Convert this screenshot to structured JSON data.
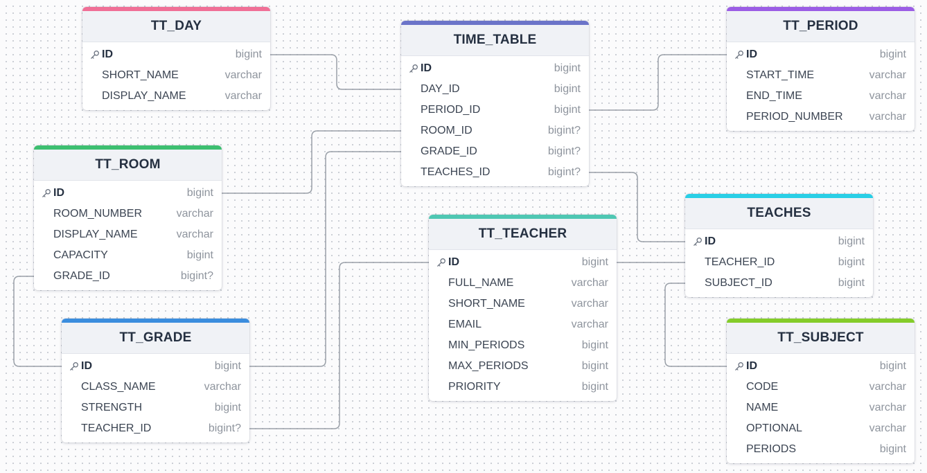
{
  "colors": {
    "tt_day": "#f06f96",
    "time_table": "#6b74c9",
    "tt_period": "#9b5de5",
    "tt_room": "#3dbf70",
    "teaches": "#29cfe6",
    "tt_teacher": "#4fc7b3",
    "tt_grade": "#3b8dde",
    "tt_subject": "#84cc2a",
    "connector": "#9aa0a8"
  },
  "icons": {
    "primary_key": "key-icon"
  },
  "tables": {
    "tt_day": {
      "title": "TT_DAY",
      "columns": [
        {
          "name": "ID",
          "type": "bigint",
          "pk": true
        },
        {
          "name": "SHORT_NAME",
          "type": "varchar"
        },
        {
          "name": "DISPLAY_NAME",
          "type": "varchar"
        }
      ]
    },
    "time_table": {
      "title": "TIME_TABLE",
      "columns": [
        {
          "name": "ID",
          "type": "bigint",
          "pk": true
        },
        {
          "name": "DAY_ID",
          "type": "bigint"
        },
        {
          "name": "PERIOD_ID",
          "type": "bigint"
        },
        {
          "name": "ROOM_ID",
          "type": "bigint?"
        },
        {
          "name": "GRADE_ID",
          "type": "bigint?"
        },
        {
          "name": "TEACHES_ID",
          "type": "bigint?"
        }
      ]
    },
    "tt_period": {
      "title": "TT_PERIOD",
      "columns": [
        {
          "name": "ID",
          "type": "bigint",
          "pk": true
        },
        {
          "name": "START_TIME",
          "type": "varchar"
        },
        {
          "name": "END_TIME",
          "type": "varchar"
        },
        {
          "name": "PERIOD_NUMBER",
          "type": "varchar"
        }
      ]
    },
    "tt_room": {
      "title": "TT_ROOM",
      "columns": [
        {
          "name": "ID",
          "type": "bigint",
          "pk": true
        },
        {
          "name": "ROOM_NUMBER",
          "type": "varchar"
        },
        {
          "name": "DISPLAY_NAME",
          "type": "varchar"
        },
        {
          "name": "CAPACITY",
          "type": "bigint"
        },
        {
          "name": "GRADE_ID",
          "type": "bigint?"
        }
      ]
    },
    "teaches": {
      "title": "TEACHES",
      "columns": [
        {
          "name": "ID",
          "type": "bigint",
          "pk": true
        },
        {
          "name": "TEACHER_ID",
          "type": "bigint"
        },
        {
          "name": "SUBJECT_ID",
          "type": "bigint"
        }
      ]
    },
    "tt_teacher": {
      "title": "TT_TEACHER",
      "columns": [
        {
          "name": "ID",
          "type": "bigint",
          "pk": true
        },
        {
          "name": "FULL_NAME",
          "type": "varchar"
        },
        {
          "name": "SHORT_NAME",
          "type": "varchar"
        },
        {
          "name": "EMAIL",
          "type": "varchar"
        },
        {
          "name": "MIN_PERIODS",
          "type": "bigint"
        },
        {
          "name": "MAX_PERIODS",
          "type": "bigint"
        },
        {
          "name": "PRIORITY",
          "type": "bigint"
        }
      ]
    },
    "tt_grade": {
      "title": "TT_GRADE",
      "columns": [
        {
          "name": "ID",
          "type": "bigint",
          "pk": true
        },
        {
          "name": "CLASS_NAME",
          "type": "varchar"
        },
        {
          "name": "STRENGTH",
          "type": "bigint"
        },
        {
          "name": "TEACHER_ID",
          "type": "bigint?"
        }
      ]
    },
    "tt_subject": {
      "title": "TT_SUBJECT",
      "columns": [
        {
          "name": "ID",
          "type": "bigint",
          "pk": true
        },
        {
          "name": "CODE",
          "type": "varchar"
        },
        {
          "name": "NAME",
          "type": "varchar"
        },
        {
          "name": "OPTIONAL",
          "type": "varchar"
        },
        {
          "name": "PERIODS",
          "type": "bigint"
        }
      ]
    }
  },
  "relationships": [
    {
      "from": "time_table.DAY_ID",
      "to": "tt_day.ID"
    },
    {
      "from": "time_table.PERIOD_ID",
      "to": "tt_period.ID"
    },
    {
      "from": "time_table.ROOM_ID",
      "to": "tt_room.ID"
    },
    {
      "from": "time_table.GRADE_ID",
      "to": "tt_grade.ID"
    },
    {
      "from": "time_table.TEACHES_ID",
      "to": "teaches.ID"
    },
    {
      "from": "tt_room.GRADE_ID",
      "to": "tt_grade.ID"
    },
    {
      "from": "tt_grade.TEACHER_ID",
      "to": "tt_teacher.ID"
    },
    {
      "from": "teaches.TEACHER_ID",
      "to": "tt_teacher.ID"
    },
    {
      "from": "teaches.SUBJECT_ID",
      "to": "tt_subject.ID"
    }
  ]
}
